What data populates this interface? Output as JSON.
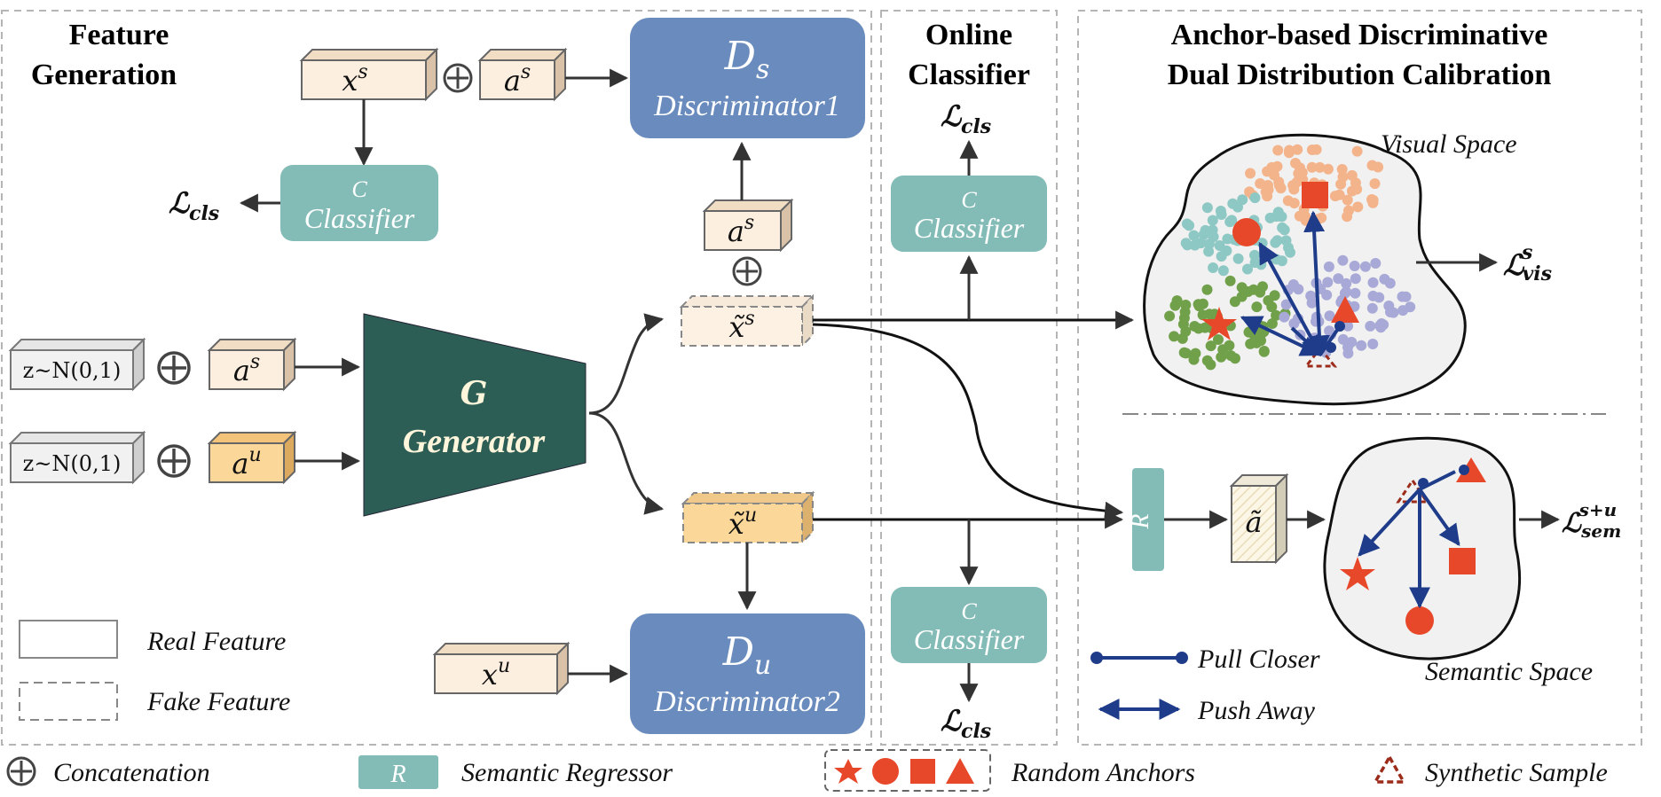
{
  "panels": {
    "feature_generation": {
      "title_line1": "Feature",
      "title_line2": "Generation"
    },
    "online_classifier": {
      "title_line1": "Online",
      "title_line2": "Classifier"
    },
    "calibration": {
      "title_line1": "Anchor-based Discriminative",
      "title_line2": "Dual Distribution Calibration"
    }
  },
  "blocks": {
    "xs": {
      "base": "x",
      "sup": "s"
    },
    "as_top": {
      "base": "a",
      "sup": "s"
    },
    "as_mid": {
      "base": "a",
      "sup": "s"
    },
    "as_in": {
      "base": "a",
      "sup": "s"
    },
    "au_in": {
      "base": "a",
      "sup": "u"
    },
    "xu": {
      "base": "x",
      "sup": "u"
    },
    "noise1": "z~N(0,1)",
    "noise2": "z~N(0,1)",
    "xs_fake": {
      "base": "x̃",
      "sup": "s"
    },
    "xu_fake": {
      "base": "x̃",
      "sup": "u"
    },
    "a_tilde": "ã"
  },
  "modules": {
    "ds": {
      "symbol": "D",
      "sub": "s",
      "name": "Discriminator1"
    },
    "du": {
      "symbol": "D",
      "sub": "u",
      "name": "Discriminator2"
    },
    "generator": {
      "symbol": "G",
      "name": "Generator"
    },
    "classifier_left": {
      "symbol": "C",
      "name": "Classifier"
    },
    "classifier_top": {
      "symbol": "C",
      "name": "Classifier"
    },
    "classifier_bottom": {
      "symbol": "C",
      "name": "Classifier"
    },
    "regressor": {
      "symbol": "R"
    }
  },
  "losses": {
    "cls_left": {
      "base": "ℒ",
      "sub": "cls"
    },
    "cls_top": {
      "base": "ℒ",
      "sub": "cls"
    },
    "cls_bottom": {
      "base": "ℒ",
      "sub": "cls"
    },
    "vis": {
      "base": "ℒ",
      "sup": "s",
      "sub": "vis"
    },
    "sem": {
      "base": "ℒ",
      "sup": "s+u",
      "sub": "sem"
    }
  },
  "spaces": {
    "visual": "Visual Space",
    "semantic": "Semantic Space"
  },
  "inner_legend": {
    "real": "Real Feature",
    "fake": "Fake Feature",
    "pull": "Pull Closer",
    "push": "Push Away"
  },
  "bottom_legend": {
    "concat": "Concatenation",
    "regressor_symbol": "R",
    "regressor": "Semantic Regressor",
    "anchors": "Random Anchors",
    "synthetic": "Synthetic Sample"
  },
  "colors": {
    "discriminator": "#6a8bbd",
    "generator": "#2d5e55",
    "classifier": "#83bcb7",
    "real_block": "#fdefdf",
    "unseen_block": "#fbd79a",
    "anchor": "#e8482a",
    "arrow_blue": "#1f3c8a",
    "cluster_orange": "#f3b48c",
    "cluster_teal": "#8ec8c4",
    "cluster_green": "#71a04a",
    "cluster_purple": "#a8a9d6"
  }
}
